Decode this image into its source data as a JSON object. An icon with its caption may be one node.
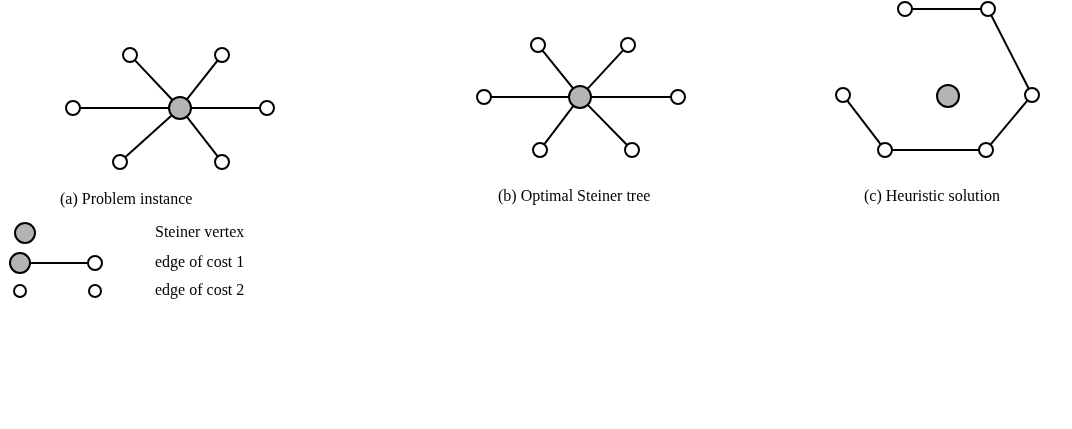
{
  "diagram": {
    "nodes": [
      {
        "text": [],
        "shape": "circle"
      },
      {
        "text": [],
        "shape": "circle"
      },
      {
        "text": [],
        "shape": "circle"
      },
      {
        "text": [],
        "shape": "circle"
      },
      {
        "text": [],
        "shape": "circle"
      },
      {
        "text": [],
        "shape": "circle"
      },
      {
        "text": [],
        "shape": "circle"
      },
      {
        "text": [],
        "shape": "circle"
      },
      {
        "text": [],
        "shape": "circle"
      },
      {
        "text": [],
        "shape": "circle"
      },
      {
        "text": [],
        "shape": "circle"
      },
      {
        "text": [],
        "shape": "circle"
      },
      {
        "text": [],
        "shape": "circle"
      },
      {
        "text": [],
        "shape": "circle"
      },
      {
        "text": [],
        "shape": "circle"
      },
      {
        "text": [],
        "shape": "circle"
      },
      {
        "text": [],
        "shape": "circle"
      },
      {
        "text": [],
        "shape": "circle"
      },
      {
        "text": [],
        "shape": "circle"
      },
      {
        "text": [],
        "shape": "circle"
      },
      {
        "text": [],
        "shape": "circle"
      }
    ],
    "edges": [
      {
        "from": 0,
        "to": 1,
        "arrow": "none"
      },
      {
        "from": 0,
        "to": 2,
        "arrow": "none"
      },
      {
        "from": 0,
        "to": 3,
        "arrow": "none"
      },
      {
        "from": 0,
        "to": 4,
        "arrow": "none"
      },
      {
        "from": 0,
        "to": 5,
        "arrow": "none"
      },
      {
        "from": 0,
        "to": 6,
        "arrow": "none"
      },
      {
        "from": 7,
        "to": 8,
        "arrow": "none"
      },
      {
        "from": 7,
        "to": 9,
        "arrow": "none"
      },
      {
        "from": 7,
        "to": 10,
        "arrow": "none"
      },
      {
        "from": 7,
        "to": 11,
        "arrow": "none"
      },
      {
        "from": 7,
        "to": 12,
        "arrow": "none"
      },
      {
        "from": 7,
        "to": 13,
        "arrow": "none"
      },
      {
        "from": 14,
        "to": 15,
        "arrow": "none"
      },
      {
        "from": 15,
        "to": 18,
        "arrow": "none"
      },
      {
        "from": 18,
        "to": 20,
        "arrow": "none"
      },
      {
        "from": 20,
        "to": 19,
        "arrow": "none"
      },
      {
        "from": 19,
        "to": 16,
        "arrow": "none"
      }
    ],
    "labels": [
      "(a) Problem instance",
      "(b) Optimal Steiner tree",
      "(c) Heuristic solution"
    ],
    "legend": [
      {
        "text": "Steiner vertex"
      },
      {
        "text": "edge of cost 1"
      },
      {
        "text": "edge of cost 2"
      }
    ]
  }
}
